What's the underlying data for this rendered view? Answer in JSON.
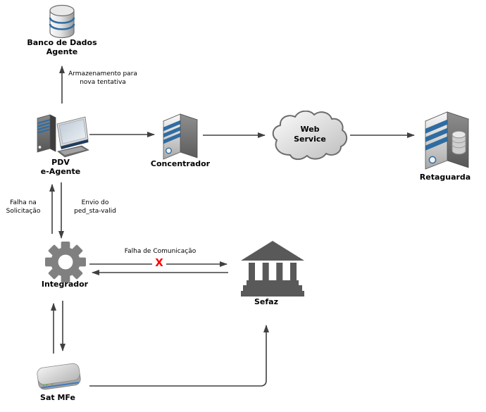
{
  "diagram": {
    "nodes": {
      "banco_dados_agente": {
        "label": "Banco de Dados\nAgente"
      },
      "pdv_e_agente": {
        "label": "PDV\ne-Agente"
      },
      "concentrador": {
        "label": "Concentrador"
      },
      "web_service": {
        "label": "Web\nService"
      },
      "retaguarda": {
        "label": "Retaguarda"
      },
      "integrador": {
        "label": "Integrador"
      },
      "sefaz": {
        "label": "Sefaz"
      },
      "sat_mfe": {
        "label": "Sat MFe"
      }
    },
    "edge_labels": {
      "armazenamento": "Armazenamento para\nnova tentativa",
      "falha_solicitacao": "Falha na\nSolicitação",
      "envio_ped": "Envio do\nped_sta-valid",
      "falha_comunicacao": "Falha de Comunicação",
      "falha_marker": "X"
    },
    "colors": {
      "arrow": "#404040",
      "error_red": "#ff0000",
      "stripe_blue": "#2e6da4",
      "dark_icon_gray": "#595959",
      "gear_gray": "#808080",
      "screen_navy": "#1f3c61"
    }
  }
}
